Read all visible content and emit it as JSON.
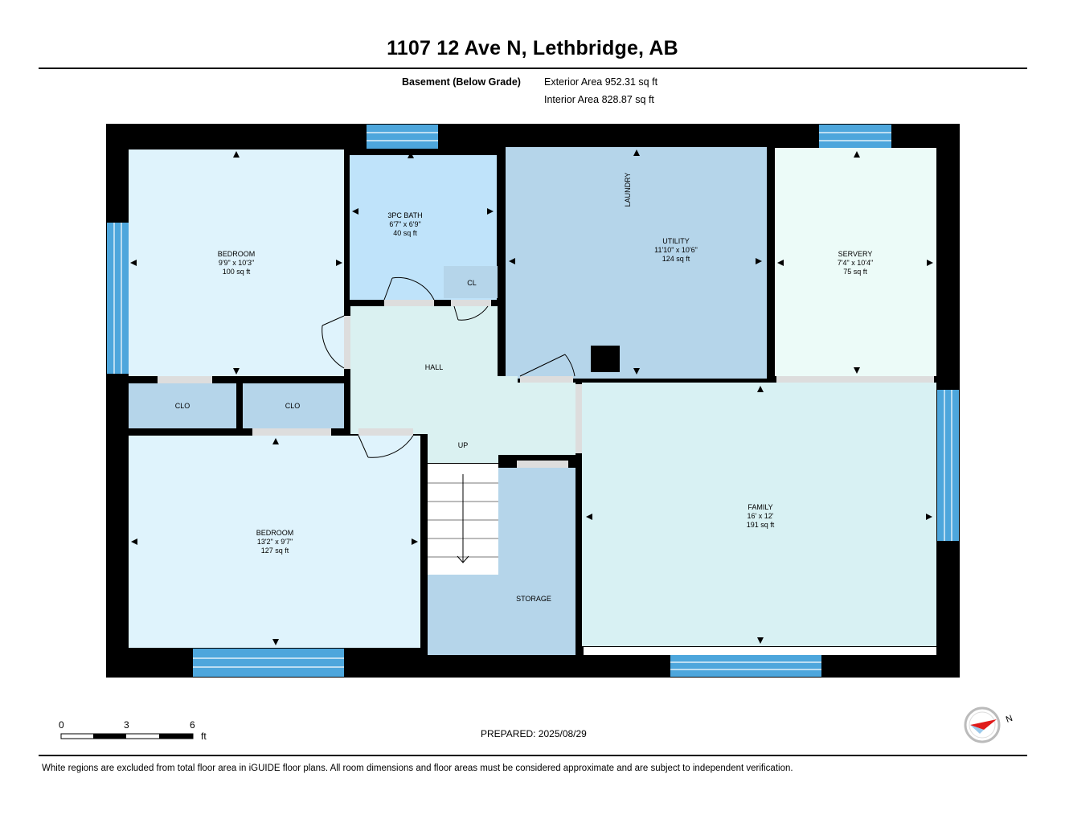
{
  "title": "1107 12 Ave N, Lethbridge, AB",
  "level": "Basement (Below Grade)",
  "exterior_area": "Exterior Area 952.31 sq ft",
  "interior_area": "Interior Area 828.87 sq ft",
  "rooms": {
    "bedroom1": {
      "name": "BEDROOM",
      "dims": "9'9\" x 10'3\"",
      "area": "100 sq ft"
    },
    "bath": {
      "name": "3PC BATH",
      "dims": "6'7\" x 6'9\"",
      "area": "40 sq ft"
    },
    "utility": {
      "name": "UTILITY",
      "dims": "11'10\" x 10'6\"",
      "area": "124 sq ft"
    },
    "laundry": {
      "name": "LAUNDRY"
    },
    "servery": {
      "name": "SERVERY",
      "dims": "7'4\" x 10'4\"",
      "area": "75 sq ft"
    },
    "cl": {
      "name": "CL"
    },
    "hall": {
      "name": "HALL"
    },
    "clo1": {
      "name": "CLO"
    },
    "clo2": {
      "name": "CLO"
    },
    "up": {
      "name": "UP"
    },
    "bedroom2": {
      "name": "BEDROOM",
      "dims": "13'2\" x 9'7\"",
      "area": "127 sq ft"
    },
    "family": {
      "name": "FAMILY",
      "dims": "16' x 12'",
      "area": "191 sq ft"
    },
    "storage": {
      "name": "STORAGE"
    }
  },
  "scale": {
    "labels": [
      "0",
      "3",
      "6"
    ],
    "unit": "ft"
  },
  "compass": {
    "label": "N"
  },
  "prepared": "PREPARED: 2025/08/29",
  "footer": "White regions are excluded from total floor area in iGUIDE floor plans. All room dimensions and floor areas must be considered approximate and are subject to independent verification.",
  "colors": {
    "wall": "#000000",
    "window": "#4da6dc",
    "bedroom": "#dff3fc",
    "bath": "#bfe3fa",
    "utility": "#b5d5ea",
    "servery": "#ecfbf8",
    "hall": "#daf1f1",
    "closet": "#b5d5ea",
    "storage": "#b5d5ea",
    "family": "#d8f1f3",
    "compass_needle": "#e01b1b"
  }
}
